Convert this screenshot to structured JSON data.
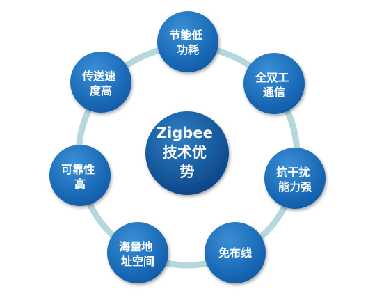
{
  "diagram": {
    "center": {
      "lines": [
        "Zigbee",
        "技术优",
        "势"
      ]
    },
    "nodes": [
      {
        "id": "energy",
        "lines": [
          "节能低",
          "功耗"
        ]
      },
      {
        "id": "duplex",
        "lines": [
          "全双工",
          "通信"
        ]
      },
      {
        "id": "anti-interference",
        "lines": [
          "抗干扰",
          "能力强"
        ]
      },
      {
        "id": "wireless",
        "lines": [
          "免布线"
        ]
      },
      {
        "id": "address-space",
        "lines": [
          "海量地",
          "址空间"
        ]
      },
      {
        "id": "reliability",
        "lines": [
          "可靠性",
          "高"
        ]
      },
      {
        "id": "speed",
        "lines": [
          "传送速",
          "度高"
        ]
      }
    ],
    "colors": {
      "ring": "#b4d8dc",
      "node_light": "#3a8fd6",
      "node_dark": "#0d5aa8",
      "center_light": "#2f7fc6",
      "center_dark": "#073f80"
    }
  }
}
